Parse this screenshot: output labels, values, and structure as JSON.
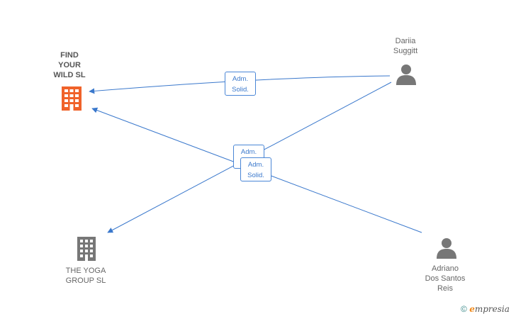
{
  "nodes": {
    "find_your_wild": {
      "label": "FIND\nYOUR\nWILD  SL",
      "type": "company",
      "color": "#f0622a"
    },
    "the_yoga_group": {
      "label": "THE YOGA\nGROUP  SL",
      "type": "company",
      "color": "#777777"
    },
    "dariia": {
      "label": "Dariia\nSuggitt",
      "type": "person",
      "color": "#777777"
    },
    "adriano": {
      "label": "Adriano\nDos Santos\nReis",
      "type": "person",
      "color": "#777777"
    }
  },
  "roles": {
    "r1": "Adm.\nSolid.",
    "r2": "Adm.\nSolid.",
    "r3": "Adm.\nSolid."
  },
  "edge_color": "#3a78cc",
  "watermark": {
    "copyright": "©",
    "brand_initial": "e",
    "brand_rest": "mpresia"
  }
}
